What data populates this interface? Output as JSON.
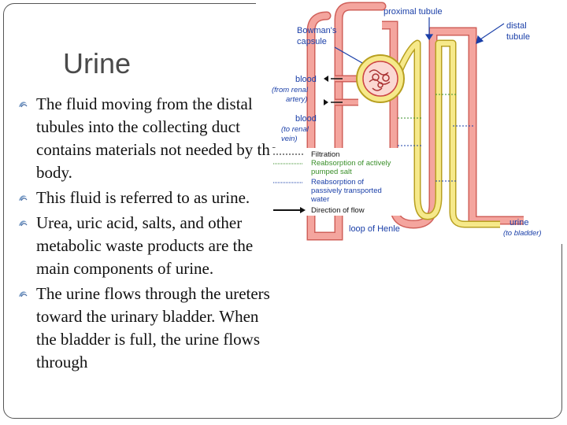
{
  "slide": {
    "title": "Urine",
    "bullets": [
      "The fluid moving from the distal tubules into the collecting duct contains materials not needed by the body.",
      "This fluid is referred to as urine.",
      "Urea, uric acid, salts, and other metabolic waste products are the main components of urine.",
      "The urine flows through the ureters toward the urinary bladder. When the bladder is full, the urine flows through"
    ]
  },
  "diagram": {
    "labels": {
      "proximal_tubule": "proximal tubule",
      "distal_tubule_line1": "distal",
      "distal_tubule_line2": "tubule",
      "bowmans_line1": "Bowman's",
      "bowmans_line2": "capsule",
      "blood_in": "blood",
      "blood_in_sub1": "(from renal",
      "blood_in_sub2": "artery)",
      "blood_out": "blood",
      "blood_out_sub1": "(to renal",
      "blood_out_sub2": "vein)",
      "loop": "loop of Henle",
      "urine": "urine",
      "urine_sub": "(to bladder)"
    },
    "legend": {
      "filtration": "Filtration",
      "active_line1": "Reabsorption of actively",
      "active_line2": "pumped salt",
      "passive_line1": "Reabsorption of",
      "passive_line2": "passively transported",
      "passive_line3": "water",
      "direction": "Direction of flow"
    },
    "colors": {
      "blood_vessel": "#f08a80",
      "tubule": "#f2e27a",
      "label_blue": "#1a3fa8",
      "legend_green": "#3a8f2a"
    }
  }
}
